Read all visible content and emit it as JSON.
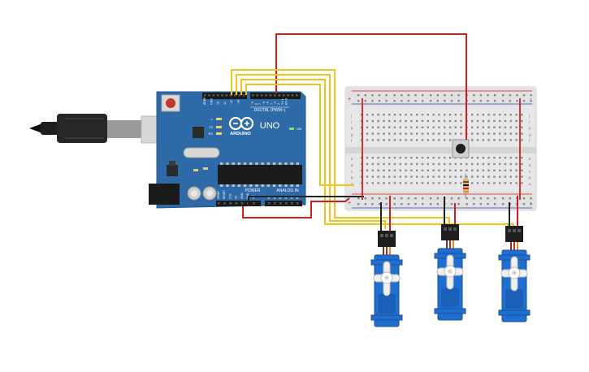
{
  "board": {
    "brand": "ARDUINO",
    "model": "UNO",
    "section_digital": "DIGITAL (PWM~)",
    "section_power": "POWER",
    "section_analog": "ANALOG IN",
    "label_on": "ON",
    "label_l": "L",
    "label_tx": "TX",
    "label_rx": "RX",
    "label_aref": "AREF",
    "label_gnd": "GND",
    "digital_pins": [
      "13",
      "12",
      "~11",
      "~10",
      "~9",
      "8",
      "7",
      "~6",
      "~5",
      "4",
      "~3",
      "2",
      "TX 1",
      "RX 0"
    ],
    "power_pins": [
      "IOREF",
      "RESET",
      "3.3V",
      "5V",
      "GND",
      "GND",
      "Vin"
    ],
    "analog_pins": [
      "A0",
      "A1",
      "A2",
      "A3",
      "A4",
      "A5"
    ]
  },
  "breadboard": {
    "row_letters_top": [
      "j",
      "i",
      "h",
      "g",
      "f"
    ],
    "row_letters_bottom": [
      "e",
      "d",
      "c",
      "b",
      "a"
    ],
    "rail_plus": "+",
    "rail_minus": "-"
  },
  "colors": {
    "board": "#2d6aa7",
    "wire_red": "#d11f1f",
    "wire_yellow": "#f0c419",
    "wire_black": "#222222",
    "servo": "#1f6fd1"
  }
}
